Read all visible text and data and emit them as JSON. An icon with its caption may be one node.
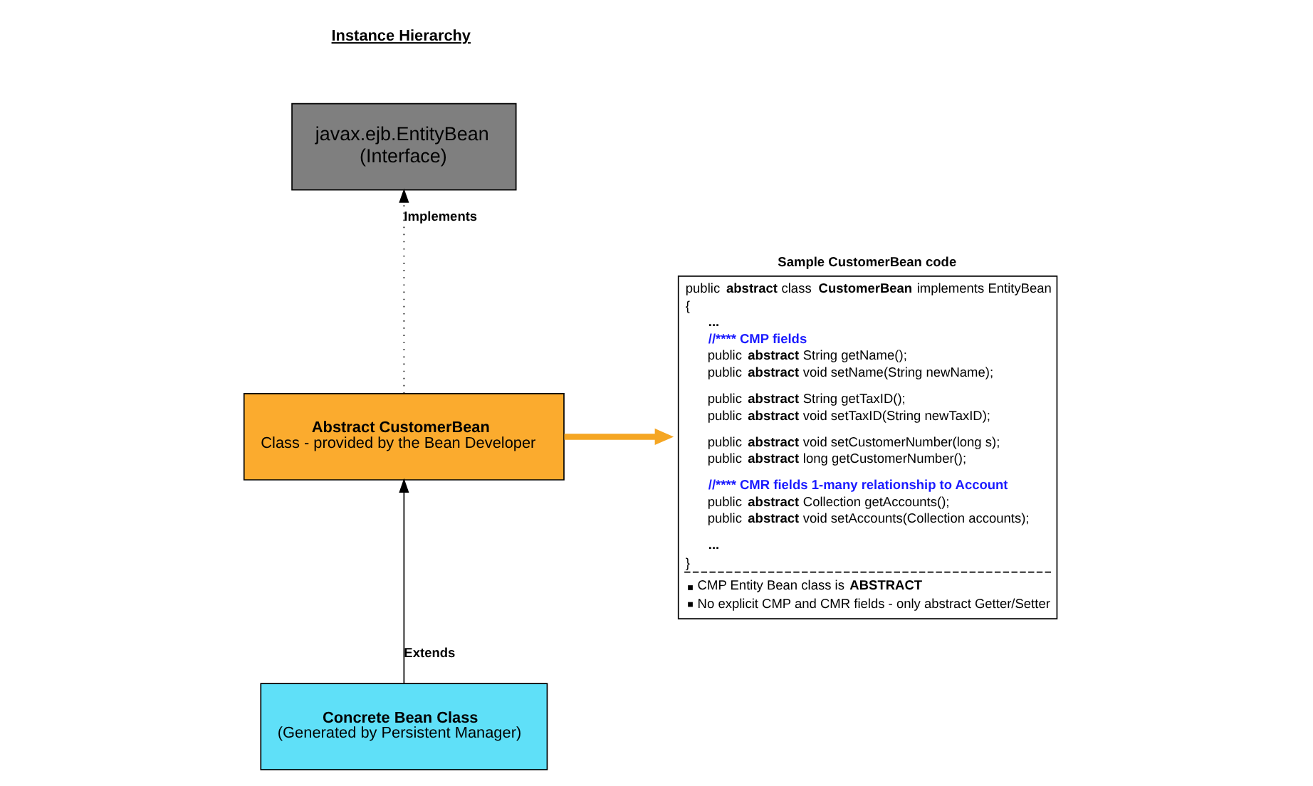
{
  "diagram": {
    "nodes": [
      {
        "text": [
          "javax.ejb.EntityBean",
          "(Interface)"
        ]
      },
      {
        "text": [
          "Abstract CustomerBean",
          "Class - provided by the Bean Developer"
        ]
      },
      {
        "text": [
          "Concrete Bean Class",
          "(Generated by Persistent Manager)"
        ]
      },
      {
        "text": [
          "Sample CustomerBean code",
          "public **abstract** class **CustomerBean** implements EntityBean",
          "{",
          "...",
          "//**** CMP fields",
          "public **abstract** String getName();",
          "public **abstract** void setName(String newName);",
          "public **abstract** String getTaxID();",
          "public **abstract** void setTaxID(String newTaxID);",
          "public **abstract** void setCustomerNumber(long s);",
          "public **abstract** long getCustomerNumber();",
          "//**** CMR fields 1-many relationship to Account",
          "public **abstract** Collection getAccounts();",
          "public **abstract** void setAccounts(Collection accounts);",
          "...",
          "}",
          "CMP Entity Bean class is **ABSTRACT**",
          "No explicit CMP and CMR fields - only abstract Getter/Setter"
        ]
      }
    ],
    "edges": [
      {
        "from": 1,
        "to": 0,
        "arrow": "to",
        "label": "Implements",
        "style": "dashed"
      },
      {
        "from": 2,
        "to": 1,
        "arrow": "to",
        "label": "Extends"
      },
      {
        "from": 1,
        "to": 3,
        "arrow": "to",
        "style": "thick",
        "color": "#f5a623"
      }
    ],
    "labels": [
      "Instance Hierarchy"
    ]
  }
}
